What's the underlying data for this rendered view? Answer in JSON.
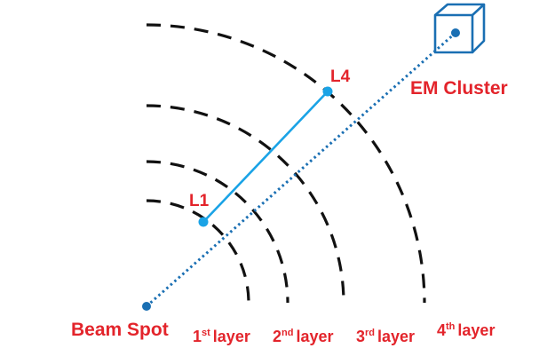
{
  "labels": {
    "hit_inner": "L1",
    "hit_outer": "L4",
    "cluster": "EM Cluster",
    "beam_spot": "Beam Spot"
  },
  "layers": [
    {
      "ordinal": "1",
      "suffix": "st",
      "word": "layer"
    },
    {
      "ordinal": "2",
      "suffix": "nd",
      "word": "layer"
    },
    {
      "ordinal": "3",
      "suffix": "rd",
      "word": "layer"
    },
    {
      "ordinal": "4",
      "suffix": "th",
      "word": "layer"
    }
  ],
  "colors": {
    "label": "#e3242b",
    "track": "#1aa3e6",
    "dotted_line": "#1a6fb3",
    "arcs": "#111111",
    "cube": "#1a6fb3"
  }
}
